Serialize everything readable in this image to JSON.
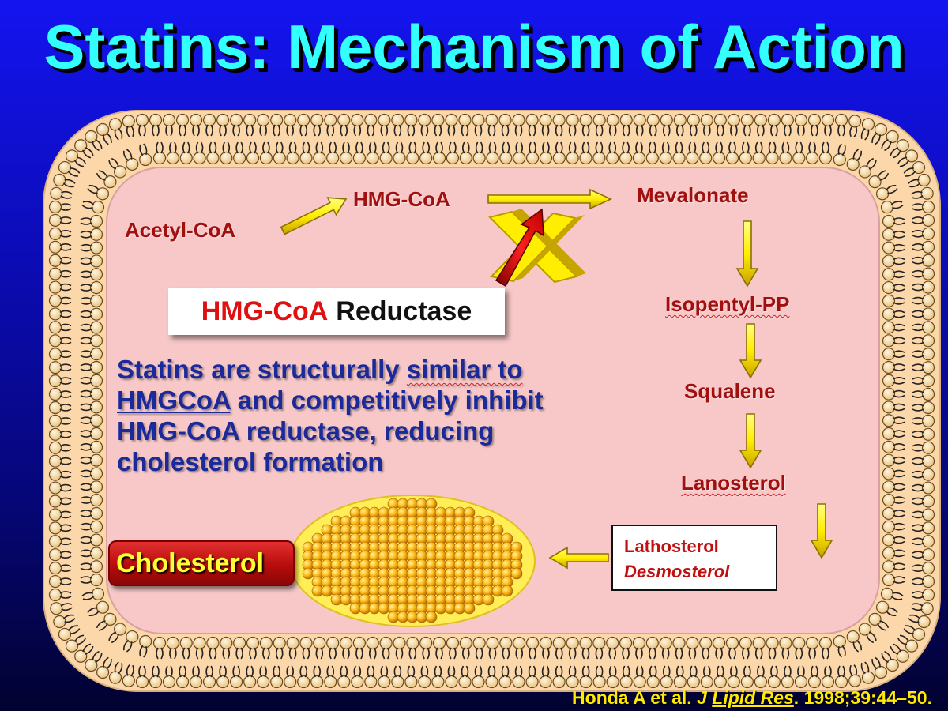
{
  "title": "Statins: Mechanism of Action",
  "pathway": {
    "acetyl_coa": "Acetyl-CoA",
    "hmg_coa": "HMG-CoA",
    "mevalonate": "Mevalonate",
    "isopentyl_pp": "Isopentyl-PP",
    "squalene": "Squalene",
    "lanosterol": "Lanosterol",
    "lathosterol": "Lathosterol",
    "desmosterol": "Desmosterol",
    "cholesterol": "Cholesterol"
  },
  "enzyme": {
    "part1": "HMG-CoA",
    "part2": "Reductase"
  },
  "description": {
    "t1": "Statins are structurally ",
    "t2": "similar to",
    "t3": "HMGCoA",
    "t4": " and competitively inhibit HMG-CoA reductase, reducing cholesterol formation"
  },
  "citation": {
    "authors": "Honda A et al. ",
    "journal_1": "J",
    "journal_2": "Lipid Res",
    "details": ". 1998;39:44–50."
  },
  "colors": {
    "background": "#0c0cb8",
    "title": "#33ffff",
    "cell_interior": "#f8c8c8",
    "membrane": "#fbd7aa",
    "arrow": "#ffff00",
    "label": "#a01010",
    "description": "#1b2a9a",
    "citation": "#ffea00"
  },
  "icons": [
    "cell-membrane-icon",
    "block-x-icon",
    "inhibition-arrow-icon",
    "lipid-droplet-icon",
    "pathway-arrow-icon"
  ]
}
